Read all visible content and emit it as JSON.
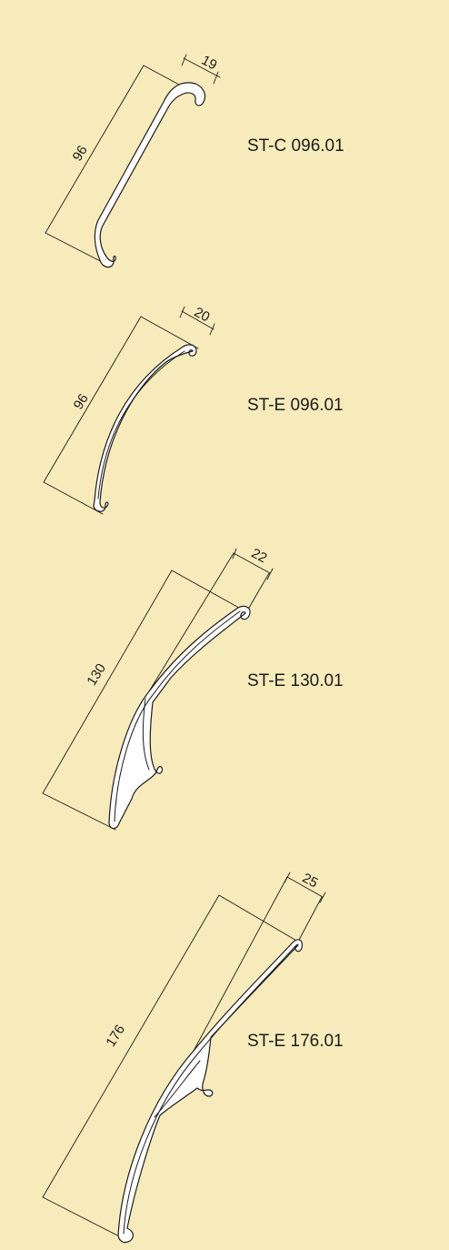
{
  "profiles": [
    {
      "name": "ST-C 096.01",
      "length": "96",
      "width": "19"
    },
    {
      "name": "ST-E 096.01",
      "length": "96",
      "width": "20"
    },
    {
      "name": "ST-E 130.01",
      "length": "130",
      "width": "22"
    },
    {
      "name": "ST-E 176.01",
      "length": "176",
      "width": "25"
    }
  ],
  "colors": {
    "background": "#f8ebbb",
    "line": "#1c1c1c",
    "profile_fill": "#ffffff"
  }
}
